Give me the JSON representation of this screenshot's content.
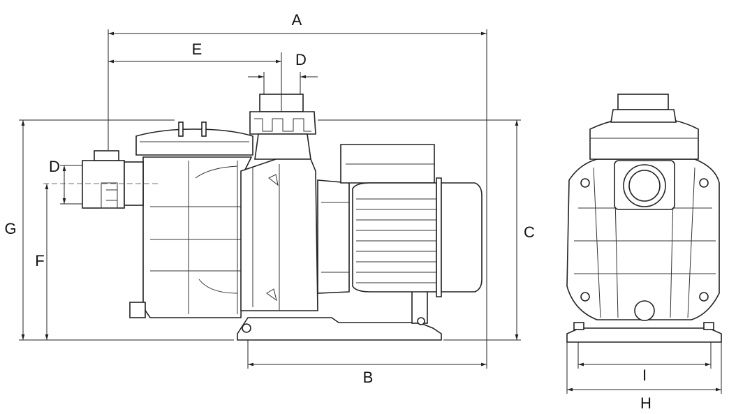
{
  "title": "Pump dimension drawing",
  "dimensions": {
    "A": "A",
    "B": "B",
    "C": "C",
    "D_top": "D",
    "D_left": "D",
    "E": "E",
    "F": "F",
    "G": "G",
    "H": "H",
    "I": "I"
  },
  "colors": {
    "line": "#222222",
    "background": "#ffffff"
  }
}
